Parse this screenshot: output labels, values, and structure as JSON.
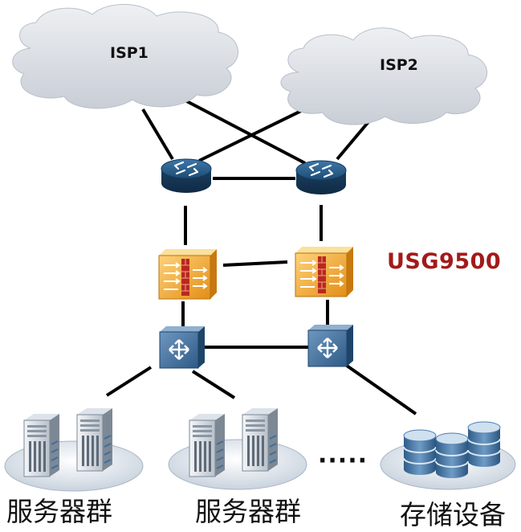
{
  "clouds": [
    {
      "id": "isp1",
      "label": "ISP1"
    },
    {
      "id": "isp2",
      "label": "ISP2"
    }
  ],
  "firewall_label": {
    "text": "USG9500",
    "color": "#A31A1A"
  },
  "groups": [
    {
      "id": "server-group-1",
      "label": "服务器群"
    },
    {
      "id": "server-group-2",
      "label": "服务器群"
    },
    {
      "id": "storage",
      "label": "存储设备"
    }
  ],
  "ellipsis": "·····",
  "colors": {
    "cloud_fill": "#D9DDE3",
    "router": "#1E4D73",
    "firewall": "#F0A623",
    "switch": "#3C6A96",
    "platform": "#E6ECF2",
    "links": "#000000"
  }
}
